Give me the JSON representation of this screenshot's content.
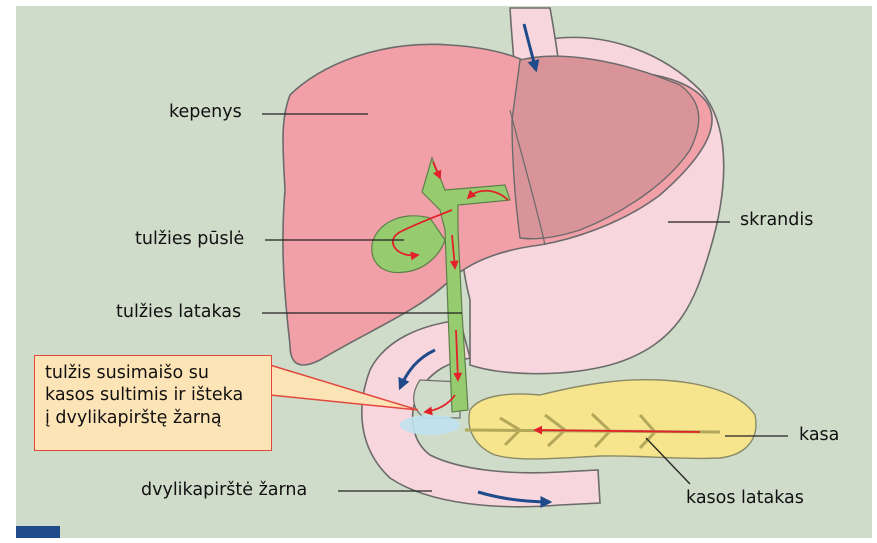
{
  "labels": {
    "liver": "kepenys",
    "stomach": "skrandis",
    "gallbladder": "tulžies pūslė",
    "bile_duct": "tulžies latakas",
    "pancreas": "kasa",
    "pancreatic_duct": "kasos latakas",
    "duodenum": "dvylikapirštė žarna"
  },
  "callout": {
    "lines": [
      "tulžis susimaišo su",
      "kasos sultimis ir išteka",
      "į dvylikapirštę žarną"
    ]
  },
  "colors": {
    "background": "#cfdcca",
    "liver": "#f2a0a7",
    "stomach": "#f8d6de",
    "duodenum": "#f8d6de",
    "bile": "#96cb6f",
    "pancreas": "#f6e58d",
    "bile_arrow": "#e2212a",
    "flow_arrow": "#1f4b8a",
    "callout_fill": "#fde4b6",
    "callout_border": "#e2463d"
  }
}
